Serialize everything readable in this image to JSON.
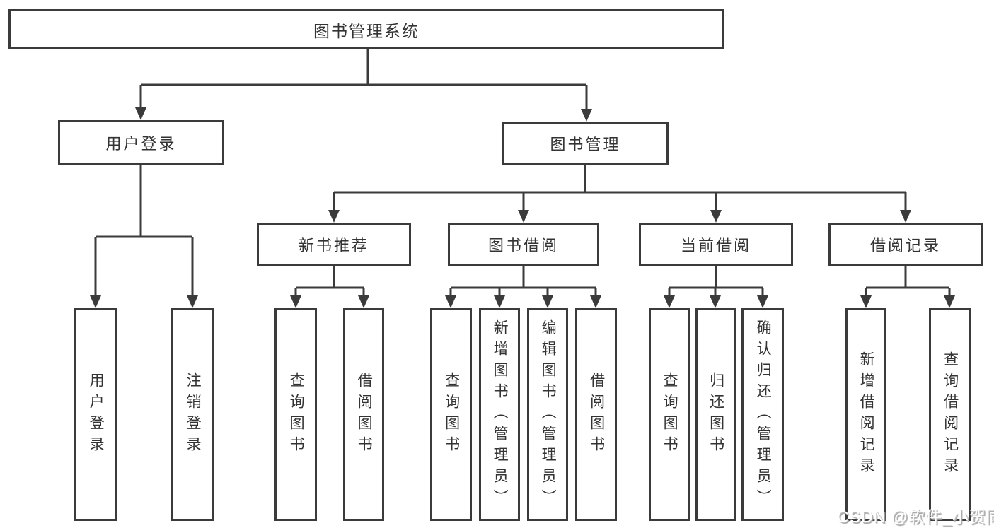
{
  "tree": {
    "root": "图书管理系统",
    "level2": {
      "user_login": "用户登录",
      "book_management": "图书管理"
    },
    "level3": {
      "new_book_recommend": "新书推荐",
      "book_borrowing": "图书借阅",
      "current_borrowing": "当前借阅",
      "borrowing_records": "借阅记录"
    },
    "leaves": {
      "user_login": "用户登录",
      "logout": "注销登录",
      "nbr_query_books": "查询图书",
      "nbr_borrow_books": "借阅图书",
      "bb_query_books": "查询图书",
      "bb_add_books": "新增图书（管理员）",
      "bb_edit_books": "编辑图书（管理员）",
      "bb_borrow_books": "借阅图书",
      "cb_query_books": "查询图书",
      "cb_return_books": "归还图书",
      "cb_confirm_return": "确认归还（管理员）",
      "br_add_record": "新增借阅记录",
      "br_query_record": "查询借阅记录"
    }
  },
  "watermark": "CSDN @软件_小贺同学",
  "colors": {
    "line": "#3b3b3b",
    "text": "#333333",
    "background": "#ffffff",
    "watermark_text": "#ffffff"
  }
}
